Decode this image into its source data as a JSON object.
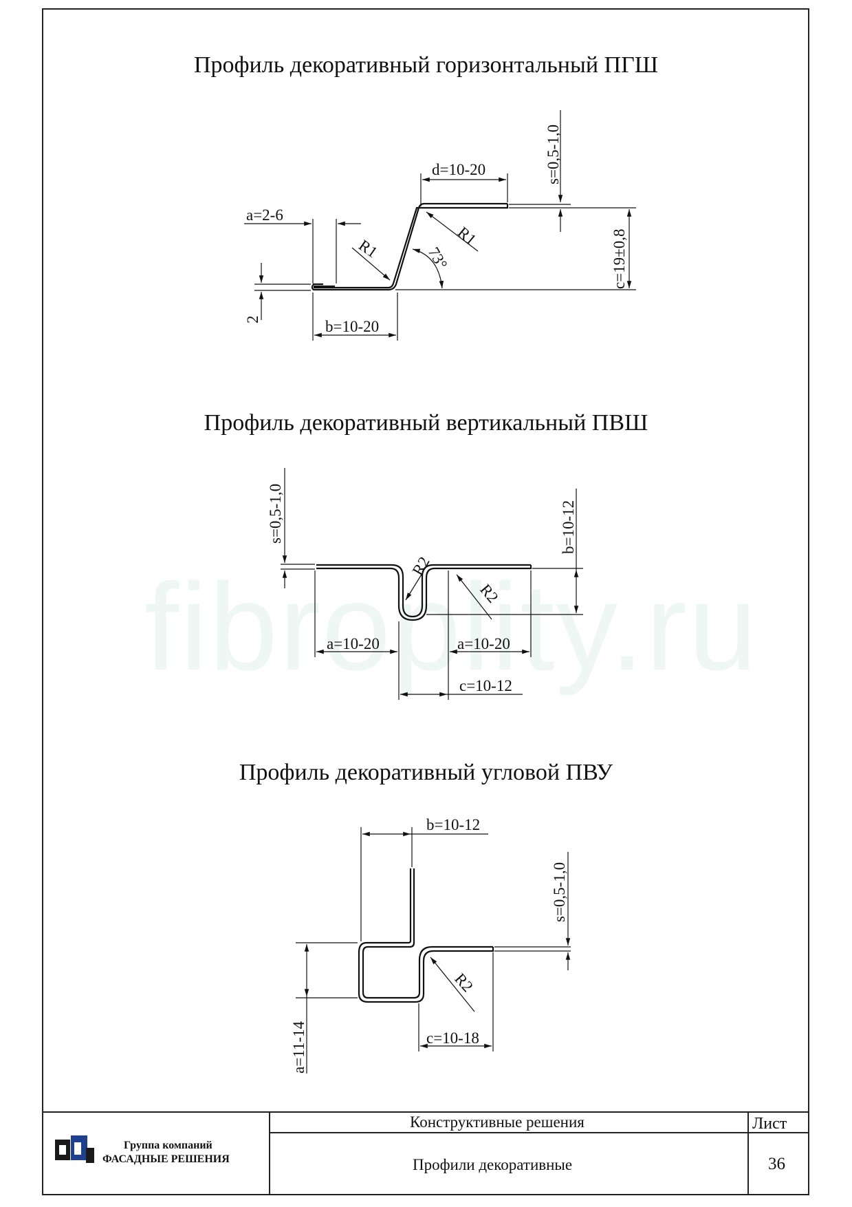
{
  "titles": {
    "pgsh": "Профиль декоративный горизонтальный ПГШ",
    "pvsh": "Профиль декоративный вертикальный ПВШ",
    "pvu": "Профиль декоративный угловой ПВУ"
  },
  "pgsh_dims": {
    "s": "s=0,5-1,0",
    "d": "d=10-20",
    "a": "a=2-6",
    "r1_left": "R1",
    "r1_right": "R1",
    "angle": "73°",
    "c": "c=19±0,8",
    "two": "2",
    "b": "b=10-20"
  },
  "pvsh_dims": {
    "s": "s=0,5-1,0",
    "r2_top": "R2",
    "r2_side": "R2",
    "b": "b=10-12",
    "a_left": "a=10-20",
    "a_right": "a=10-20",
    "c": "c=10-12"
  },
  "pvu_dims": {
    "b": "b=10-12",
    "s": "s=0,5-1,0",
    "r2": "R2",
    "a": "a=11-14",
    "c": "c=10-18"
  },
  "watermark": "fibroplity.ru",
  "stamp": {
    "company_line1": "Группа компаний",
    "company_line2": "ФАСАДНЫЕ РЕШЕНИЯ",
    "section": "Конструктивные решения",
    "sheet_label": "Лист",
    "doc_title": "Профили декоративные",
    "sheet_number": "36"
  }
}
